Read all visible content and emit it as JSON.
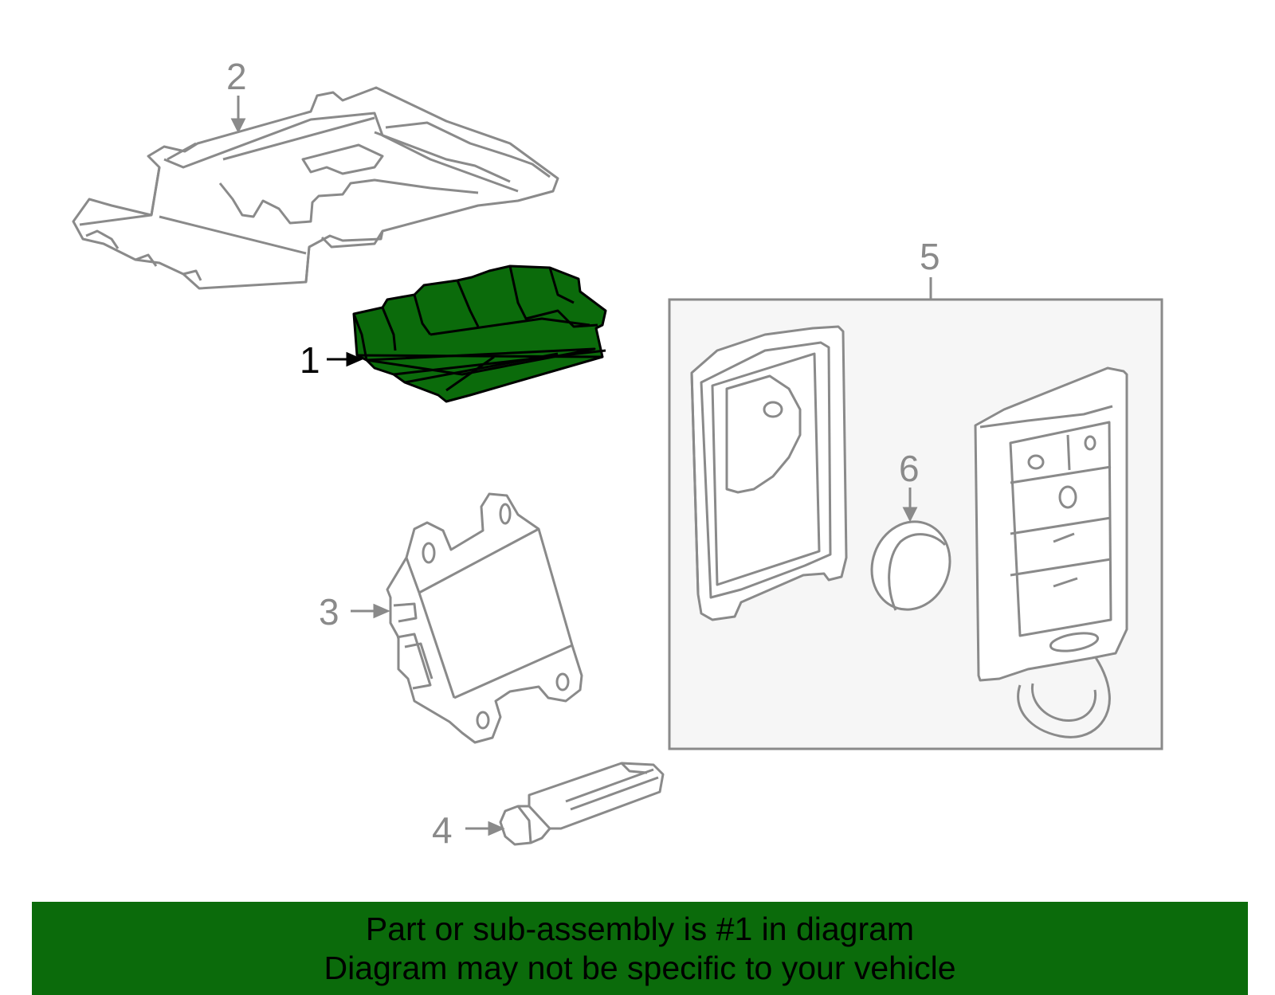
{
  "callouts": {
    "part1": "1",
    "part2": "2",
    "part3": "3",
    "part4": "4",
    "part5": "5",
    "part6": "6"
  },
  "highlighted_part": "1",
  "colors": {
    "highlight_fill": "#0b6b0b",
    "line_gray": "#8a8a8a",
    "kit_box_fill": "#f6f6f6",
    "banner_bg": "#0b6b0b"
  },
  "banner": {
    "line1": "Part or sub-assembly is #1 in diagram",
    "line2": "Diagram may not be specific to your vehicle"
  }
}
